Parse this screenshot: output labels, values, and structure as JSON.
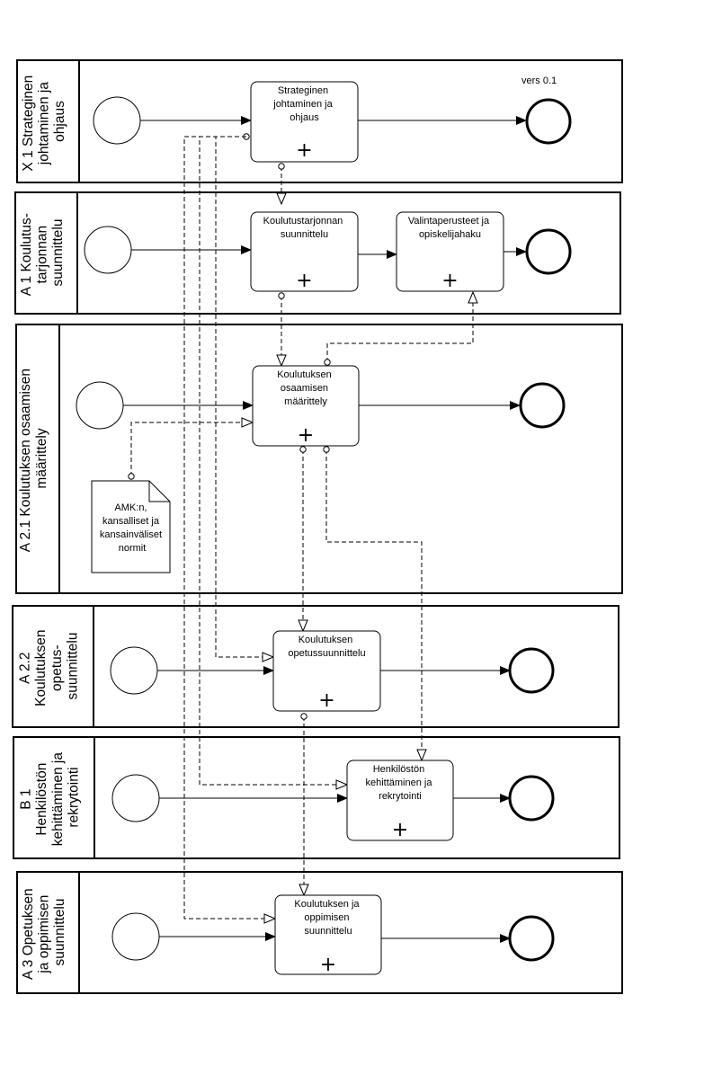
{
  "version": "vers 0.1",
  "lanes": [
    {
      "id": "x1",
      "lines": [
        "X 1 Strateginen",
        "johtaminen ja",
        "ohjaus"
      ]
    },
    {
      "id": "a1",
      "lines": [
        "A 1 Koulutus-",
        "tarjonnan",
        "suunnittelu"
      ]
    },
    {
      "id": "a21",
      "lines": [
        "A 2.1 Koulutuksen osaamisen",
        "määrittely"
      ]
    },
    {
      "id": "a22",
      "lines": [
        "A 2.2",
        "Koulutuksen",
        "opetus-",
        "suunnittelu"
      ]
    },
    {
      "id": "b1",
      "lines": [
        "B 1",
        "Henkilöstön",
        "kehittäminen ja",
        "rekrytointi"
      ]
    },
    {
      "id": "a3",
      "lines": [
        "A 3 Opetuksen",
        "ja oppimisen",
        "suunnittelu"
      ]
    }
  ],
  "tasks": [
    {
      "id": "t_strat",
      "lines": [
        "Strateginen",
        "johtaminen ja",
        "ohjaus"
      ]
    },
    {
      "id": "t_kt",
      "lines": [
        "Koulutustarjonnan",
        "suunnittelu"
      ]
    },
    {
      "id": "t_val",
      "lines": [
        "Valintaperusteet ja",
        "opiskelijahaku"
      ]
    },
    {
      "id": "t_om",
      "lines": [
        "Koulutuksen",
        "osaamisen",
        "määrittely"
      ]
    },
    {
      "id": "t_ops",
      "lines": [
        "Koulutuksen",
        "opetussuunnittelu"
      ]
    },
    {
      "id": "t_hk",
      "lines": [
        "Henkilöstön",
        "kehittäminen ja",
        "rekrytointi"
      ]
    },
    {
      "id": "t_ko",
      "lines": [
        "Koulutuksen ja",
        "oppimisen",
        "suunnittelu"
      ]
    }
  ],
  "document": {
    "lines": [
      "AMK:n,",
      "kansalliset ja",
      "kansainväliset",
      "normit"
    ]
  },
  "subprocess_marker": "+"
}
